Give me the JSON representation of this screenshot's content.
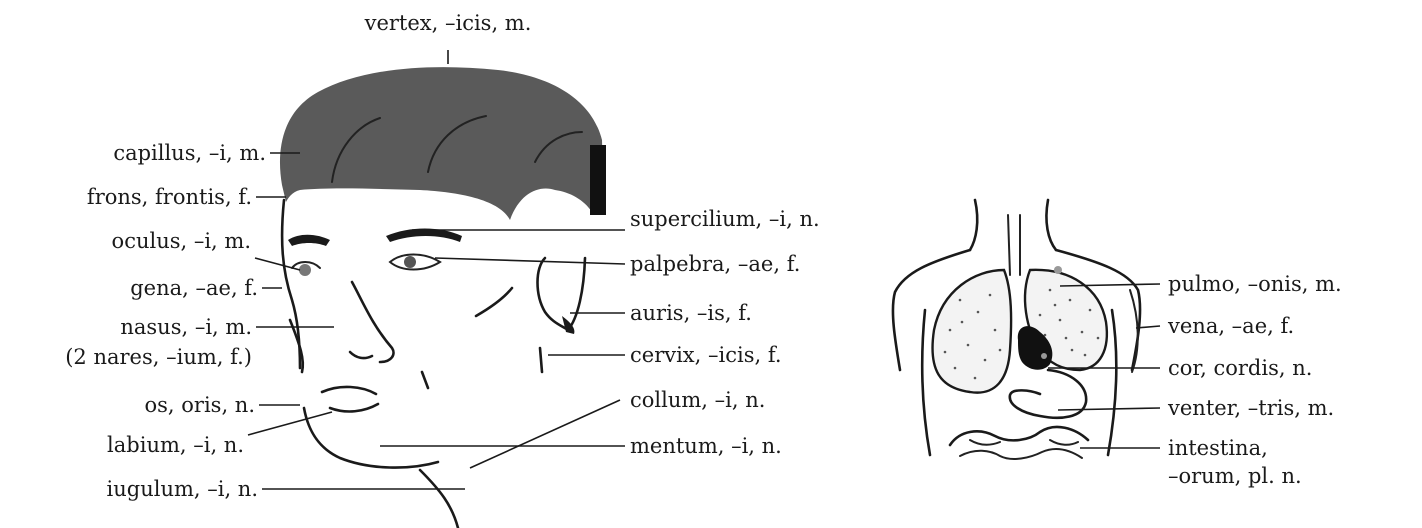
{
  "head_labels": {
    "vertex": "vertex, –icis, m.",
    "capillus": "capillus, –i, m.",
    "frons": "frons, frontis, f.",
    "oculus": "oculus, –i, m.",
    "gena": "gena, –ae, f.",
    "nasus": "nasus, –i, m.",
    "nares": "(2 nares, –ium, f.)",
    "os": "os, oris, n.",
    "labium": "labium, –i, n.",
    "iugulum": "iugulum, –i, n.",
    "supercilium": "supercilium, –i, n.",
    "palpebra": "palpebra, –ae, f.",
    "auris": "auris, –is, f.",
    "cervix": "cervix, –icis, f.",
    "collum": "collum, –i, n.",
    "mentum": "mentum, –i, n."
  },
  "torso_labels": {
    "pulmo": "pulmo, –onis, m.",
    "vena": "vena, –ae, f.",
    "cor": "cor, cordis, n.",
    "venter": "venter, –tris, m.",
    "intestina_1": "intestina,",
    "intestina_2": "–orum, pl. n."
  }
}
